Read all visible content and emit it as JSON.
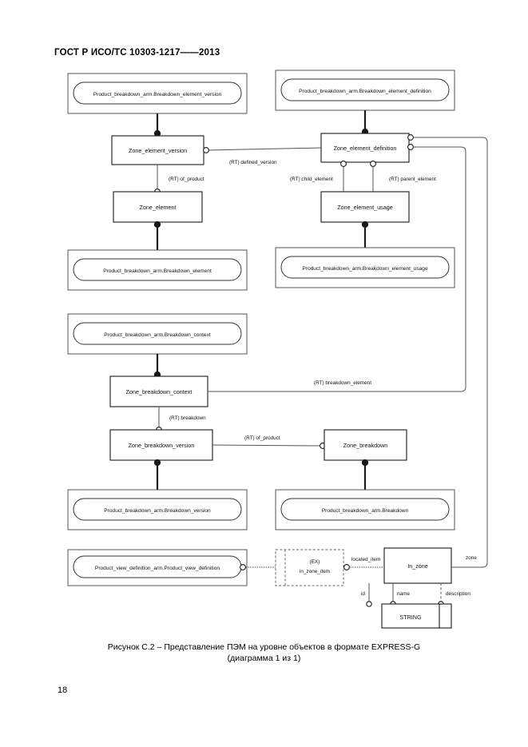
{
  "document": {
    "header": "ГОСТ Р ИСО/ТС 10303-1217——2013",
    "page_number": "18",
    "caption_line1": "Рисунок  С.2 – Представление ПЭМ на уровне объектов в формате EXPRESS-G",
    "caption_line2": "(диаграмма 1 из 1)"
  },
  "diagram": {
    "type": "EXPRESS-G entity-level diagram",
    "schema_refs": [
      {
        "id": "sch-bev",
        "label": "Product_breakdown_arm.Breakdown_element_version"
      },
      {
        "id": "sch-bed",
        "label": "Product_breakdown_arm.Breakdown_element_definition"
      },
      {
        "id": "sch-be",
        "label": "Product_breakdown_arm.Breakdown_element"
      },
      {
        "id": "sch-beu",
        "label": "Product_breakdown_arm.Breakdown_element_usage"
      },
      {
        "id": "sch-bc",
        "label": "Product_breakdown_arm.Breakdown_context"
      },
      {
        "id": "sch-bv",
        "label": "Product_breakdown_arm.Breakdown_version"
      },
      {
        "id": "sch-b",
        "label": "Product_breakdown_arm.Breakdown"
      },
      {
        "id": "sch-pvd",
        "label": "Product_view_definition_arm.Product_view_definition"
      }
    ],
    "entities": [
      {
        "id": "zev",
        "label": "Zone_element_version"
      },
      {
        "id": "zed",
        "label": "Zone_element_definition"
      },
      {
        "id": "ze",
        "label": "Zone_element"
      },
      {
        "id": "zeu",
        "label": "Zone_element_usage"
      },
      {
        "id": "zbc",
        "label": "Zone_breakdown_context"
      },
      {
        "id": "zbv",
        "label": "Zone_breakdown_version"
      },
      {
        "id": "zb",
        "label": "Zone_breakdown"
      },
      {
        "id": "inz",
        "label": "In_zone"
      },
      {
        "id": "str",
        "label": "STRING"
      }
    ],
    "select_types": [
      {
        "id": "exz",
        "line1": "(EX)",
        "line2": "in_zone_item"
      }
    ],
    "relationship_labels": [
      {
        "id": "rel-defined-version",
        "text": "(RT) defined_version"
      },
      {
        "id": "rel-of-product-element",
        "text": "(RT) of_product"
      },
      {
        "id": "rel-child-element",
        "text": "(RT) child_element"
      },
      {
        "id": "rel-parent-element",
        "text": "(RT) parent_element"
      },
      {
        "id": "rel-breakdown-element",
        "text": "(RT) breakdown_element"
      },
      {
        "id": "rel-breakdown",
        "text": "(RT) breakdown"
      },
      {
        "id": "rel-of-product-bd",
        "text": "(RT) of_product"
      },
      {
        "id": "rel-located-item",
        "text": "located_item"
      },
      {
        "id": "rel-zone",
        "text": "zone"
      }
    ],
    "attributes": [
      {
        "id": "attr-id",
        "text": "id"
      },
      {
        "id": "attr-name",
        "text": "name"
      },
      {
        "id": "attr-description",
        "text": "description"
      }
    ]
  }
}
